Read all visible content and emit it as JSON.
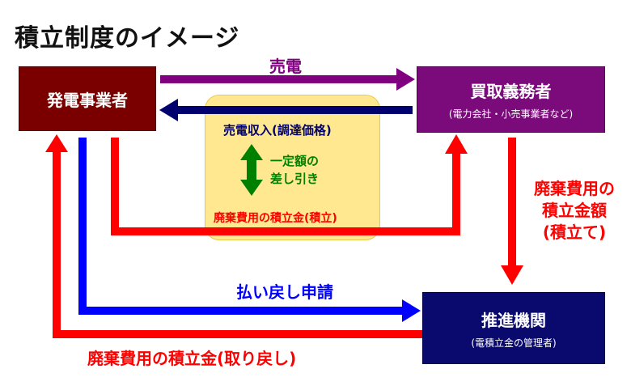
{
  "title": "積立制度のイメージ",
  "nodes": {
    "producer": {
      "label": "発電事業者"
    },
    "buyer": {
      "label": "買取義務者",
      "sublabel": "(電力会社・小売事業者など)"
    },
    "agency": {
      "label": "推進機関",
      "sublabel": "(電積立金の管理者)"
    }
  },
  "edges": {
    "sale_label": "売電",
    "revenue_label": "売電収入(調達価格)",
    "deduction_label": "一定額の\n差し引き",
    "reserve_label": "廃棄費用の積立金(積立)",
    "reserve_amount_label": "廃棄費用の\n積立金額\n(積立て)",
    "refund_request_label": "払い戻し申請",
    "refund_label": "廃棄費用の積立金(取り戻し)"
  },
  "colors": {
    "sale": "#800080",
    "revenue": "#00006e",
    "reserve": "#ff0000",
    "refund_request": "#0000ff",
    "deduction": "#008000",
    "panel": "#ffe88f"
  }
}
